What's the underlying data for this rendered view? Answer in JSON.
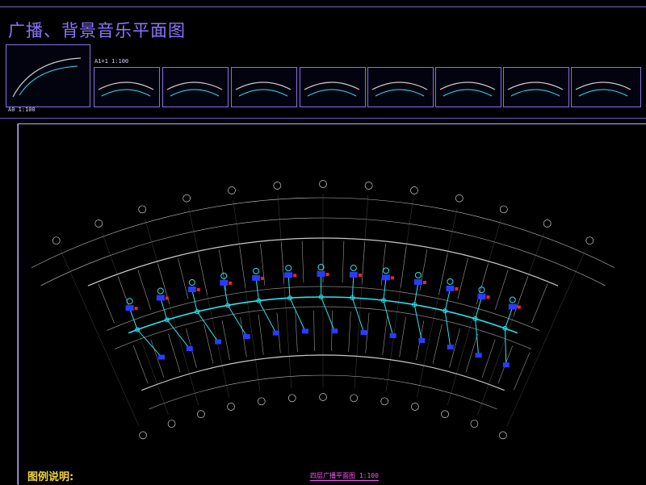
{
  "title": "广播、背景音乐平面图",
  "thumbnails": [
    {
      "label": "A0  1:100"
    },
    {
      "label": "A1+1  1:100"
    },
    {
      "label": ""
    },
    {
      "label": ""
    },
    {
      "label": ""
    },
    {
      "label": ""
    },
    {
      "label": ""
    },
    {
      "label": ""
    },
    {
      "label": ""
    }
  ],
  "legend": {
    "title": "图例说明:"
  },
  "caption": "四层广播平面图  1:100",
  "colors": {
    "accent": "#8c74ff",
    "cable": "#29e6f0",
    "wall": "#c8c8c8",
    "speaker": "#2a3bff",
    "marker": "#ff2222",
    "legend": "#f2d43a",
    "caption": "#ff55ff"
  }
}
